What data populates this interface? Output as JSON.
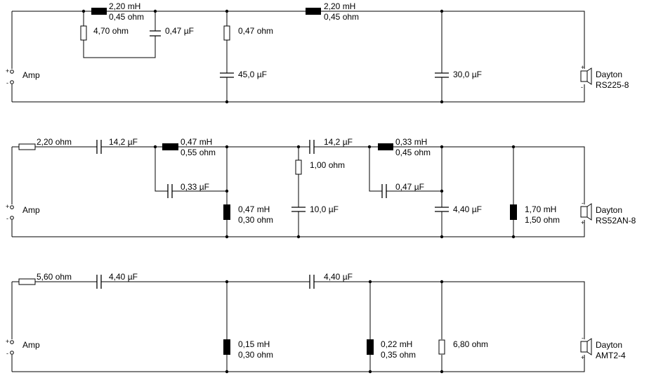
{
  "circuits": [
    {
      "amp_label": "Amp",
      "speaker_brand": "Dayton",
      "speaker_model": "RS225-8",
      "components": {
        "l1_value": "2,20 mH",
        "l1_res": "0,45 ohm",
        "r_parallel": "4,70 ohm",
        "c_parallel": "0,47 µF",
        "r_shunt": "0,47 ohm",
        "c_shunt": "45,0 µF",
        "l2_value": "2,20 mH",
        "l2_res": "0,45 ohm",
        "c_shunt2": "30,0 µF"
      }
    },
    {
      "amp_label": "Amp",
      "speaker_brand": "Dayton",
      "speaker_model": "RS52AN-8",
      "components": {
        "r_series": "2,20 ohm",
        "c1": "14,2 µF",
        "l1_value": "0,47 mH",
        "l1_res": "0,55 ohm",
        "c_bypass1": "0,33 µF",
        "l_shunt1_value": "0,47 mH",
        "l_shunt1_res": "0,30 ohm",
        "c2": "14,2 µF",
        "r_shunt": "1,00 ohm",
        "c_shunt": "10,0 µF",
        "l2_value": "0,33 mH",
        "l2_res": "0,45 ohm",
        "c_bypass2": "0,47 µF",
        "c_shunt2": "4,40 µF",
        "l_shunt2_value": "1,70 mH",
        "l_shunt2_res": "1,50 ohm"
      }
    },
    {
      "amp_label": "Amp",
      "speaker_brand": "Dayton",
      "speaker_model": "AMT2-4",
      "components": {
        "r_series": "5,60 ohm",
        "c1": "4,40 µF",
        "l_shunt1_value": "0,15 mH",
        "l_shunt1_res": "0,30 ohm",
        "c2": "4,40 µF",
        "l_shunt2_value": "0,22 mH",
        "l_shunt2_res": "0,35 ohm",
        "r_shunt": "6,80 ohm"
      }
    }
  ],
  "symbols": {
    "plus": "+",
    "minus": "-"
  }
}
